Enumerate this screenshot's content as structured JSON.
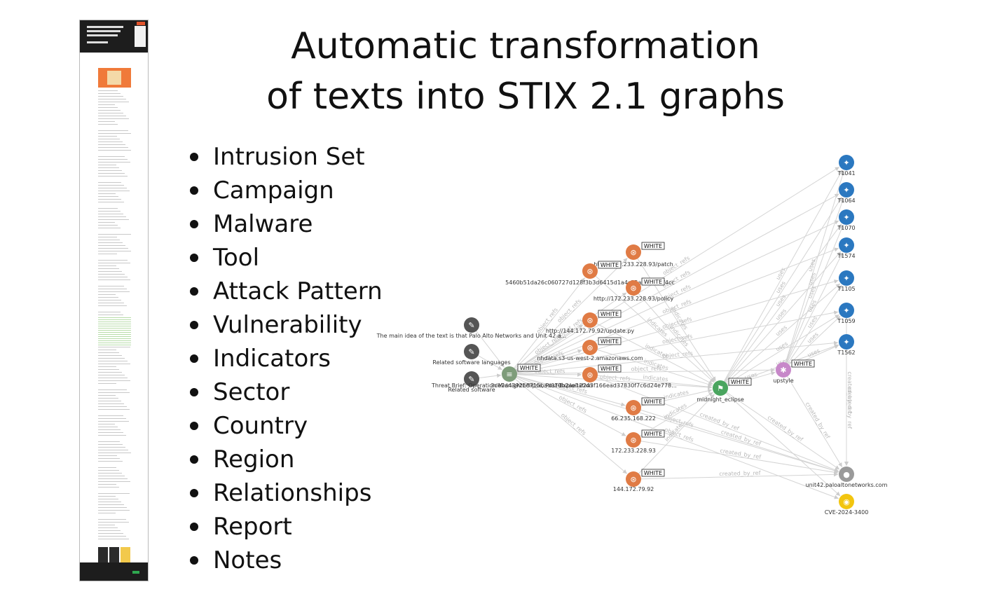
{
  "slide": {
    "title_line1": "Automatic transformation",
    "title_line2": "of texts into STIX 2.1 graphs",
    "bullets": [
      "Intrusion Set",
      "Campaign",
      "Malware",
      "Tool",
      "Attack Pattern",
      "Vulnerability",
      "Indicators",
      "Sector",
      "Country",
      "Region",
      "Relationships",
      "Report",
      "Notes"
    ]
  },
  "graph": {
    "colors": {
      "indicator": "#e07b45",
      "attack_pattern": "#2b78c0",
      "note": "#555555",
      "report": "#7e9c7a",
      "campaign": "#4aa55f",
      "malware": "#c788c9",
      "identity": "#9a9a9a",
      "vulnerability": "#f2c50f",
      "edge": "#d4d4d4"
    },
    "nodes": [
      {
        "id": "t1041",
        "type": "attack_pattern",
        "label": "T1041"
      },
      {
        "id": "t1064",
        "type": "attack_pattern",
        "label": "T1064"
      },
      {
        "id": "t1070",
        "type": "attack_pattern",
        "label": "T1070"
      },
      {
        "id": "t1574",
        "type": "attack_pattern",
        "label": "T1574"
      },
      {
        "id": "t1105",
        "type": "attack_pattern",
        "label": "T1105"
      },
      {
        "id": "t1059",
        "type": "attack_pattern",
        "label": "T1059"
      },
      {
        "id": "t1562",
        "type": "attack_pattern",
        "label": "T1562"
      },
      {
        "id": "i_patch",
        "type": "indicator",
        "label": "http://172.233.228.93/patch",
        "marking": "WHITE"
      },
      {
        "id": "i_hash",
        "type": "indicator",
        "label": "5460b51da26c060727d128f3b3d6415d1a4c25af6a29fef4cc",
        "marking": "WHITE"
      },
      {
        "id": "i_policy",
        "type": "indicator",
        "label": "http://172.233.228.93/policy",
        "marking": "WHITE"
      },
      {
        "id": "i_update",
        "type": "indicator",
        "label": "http://144.172.79.92/update.py",
        "marking": "WHITE"
      },
      {
        "id": "i_s3",
        "type": "indicator",
        "label": "nhdata.s3-us-west-2.amazonaws.com",
        "marking": "WHITE"
      },
      {
        "id": "i_hash2",
        "type": "indicator",
        "label": "3de2a4392b8715bad070b2ae12243f166ead37830f7c6d24e778...",
        "marking": "WHITE"
      },
      {
        "id": "i_ip1",
        "type": "indicator",
        "label": "66.235.168.222",
        "marking": "WHITE"
      },
      {
        "id": "i_ip2",
        "type": "indicator",
        "label": "172.233.228.93",
        "marking": "WHITE"
      },
      {
        "id": "i_ip3",
        "type": "indicator",
        "label": "144.172.79.92",
        "marking": "WHITE"
      },
      {
        "id": "n1",
        "type": "note",
        "label": "The main idea of the text is that Palo Alto Networks and Unit 42 a..."
      },
      {
        "id": "n2",
        "type": "note",
        "label": "Related software languages"
      },
      {
        "id": "n3",
        "type": "note",
        "label": "Related software"
      },
      {
        "id": "report",
        "type": "report",
        "label": "Threat Brief: Operation MidnightEclipse, Post-Exploitation",
        "marking": "WHITE"
      },
      {
        "id": "campaign",
        "type": "campaign",
        "label": "midnight_eclipse",
        "marking": "WHITE"
      },
      {
        "id": "malware",
        "type": "malware",
        "label": "upstyle",
        "marking": "WHITE"
      },
      {
        "id": "identity",
        "type": "identity",
        "label": "unit42.paloaltonetworks.com"
      },
      {
        "id": "cve",
        "type": "vulnerability",
        "label": "CVE-2024-3400"
      }
    ],
    "edge_labels": {
      "obj": "object_refs",
      "uses": "uses",
      "ind": "indicates",
      "cb": "created_by_ref"
    },
    "edges": [
      [
        "n1",
        "report",
        ""
      ],
      [
        "n2",
        "report",
        ""
      ],
      [
        "n3",
        "report",
        ""
      ],
      [
        "report",
        "i_patch",
        "obj"
      ],
      [
        "report",
        "i_hash",
        "obj"
      ],
      [
        "report",
        "i_policy",
        "obj"
      ],
      [
        "report",
        "i_update",
        "obj"
      ],
      [
        "report",
        "i_s3",
        "obj"
      ],
      [
        "report",
        "i_hash2",
        "obj"
      ],
      [
        "report",
        "i_ip1",
        "obj"
      ],
      [
        "report",
        "i_ip2",
        "obj"
      ],
      [
        "report",
        "i_ip3",
        "obj"
      ],
      [
        "report",
        "campaign",
        "obj"
      ],
      [
        "report",
        "malware",
        "obj"
      ],
      [
        "report",
        "t1041",
        "obj"
      ],
      [
        "report",
        "t1064",
        "obj"
      ],
      [
        "report",
        "t1070",
        "obj"
      ],
      [
        "report",
        "t1574",
        "obj"
      ],
      [
        "report",
        "t1105",
        "obj"
      ],
      [
        "report",
        "t1059",
        "obj"
      ],
      [
        "report",
        "t1562",
        "obj"
      ],
      [
        "report",
        "identity",
        "obj"
      ],
      [
        "report",
        "cve",
        "obj"
      ],
      [
        "i_patch",
        "campaign",
        "ind"
      ],
      [
        "i_hash",
        "campaign",
        "ind"
      ],
      [
        "i_policy",
        "campaign",
        "ind"
      ],
      [
        "i_update",
        "campaign",
        "ind"
      ],
      [
        "i_s3",
        "campaign",
        "ind"
      ],
      [
        "i_hash2",
        "campaign",
        "ind"
      ],
      [
        "i_ip1",
        "campaign",
        "ind"
      ],
      [
        "i_ip2",
        "campaign",
        "ind"
      ],
      [
        "i_ip3",
        "campaign",
        "ind"
      ],
      [
        "campaign",
        "malware",
        "uses"
      ],
      [
        "campaign",
        "t1041",
        "uses"
      ],
      [
        "campaign",
        "t1064",
        "uses"
      ],
      [
        "campaign",
        "t1070",
        "uses"
      ],
      [
        "campaign",
        "t1574",
        "uses"
      ],
      [
        "campaign",
        "t1105",
        "uses"
      ],
      [
        "campaign",
        "t1059",
        "uses"
      ],
      [
        "campaign",
        "t1562",
        "uses"
      ],
      [
        "malware",
        "t1041",
        "uses"
      ],
      [
        "malware",
        "t1064",
        "uses"
      ],
      [
        "malware",
        "t1070",
        "uses"
      ],
      [
        "malware",
        "t1574",
        "uses"
      ],
      [
        "malware",
        "t1105",
        "uses"
      ],
      [
        "malware",
        "t1059",
        "uses"
      ],
      [
        "malware",
        "t1562",
        "uses"
      ],
      [
        "campaign",
        "cve",
        ""
      ],
      [
        "i_ip1",
        "identity",
        "cb"
      ],
      [
        "i_ip2",
        "identity",
        "cb"
      ],
      [
        "i_ip3",
        "identity",
        "cb"
      ],
      [
        "campaign",
        "identity",
        "cb"
      ],
      [
        "malware",
        "identity",
        "cb"
      ],
      [
        "i_hash2",
        "identity",
        "cb"
      ],
      [
        "t1562",
        "identity",
        "cb"
      ],
      [
        "t1059",
        "identity",
        "cb"
      ]
    ]
  }
}
